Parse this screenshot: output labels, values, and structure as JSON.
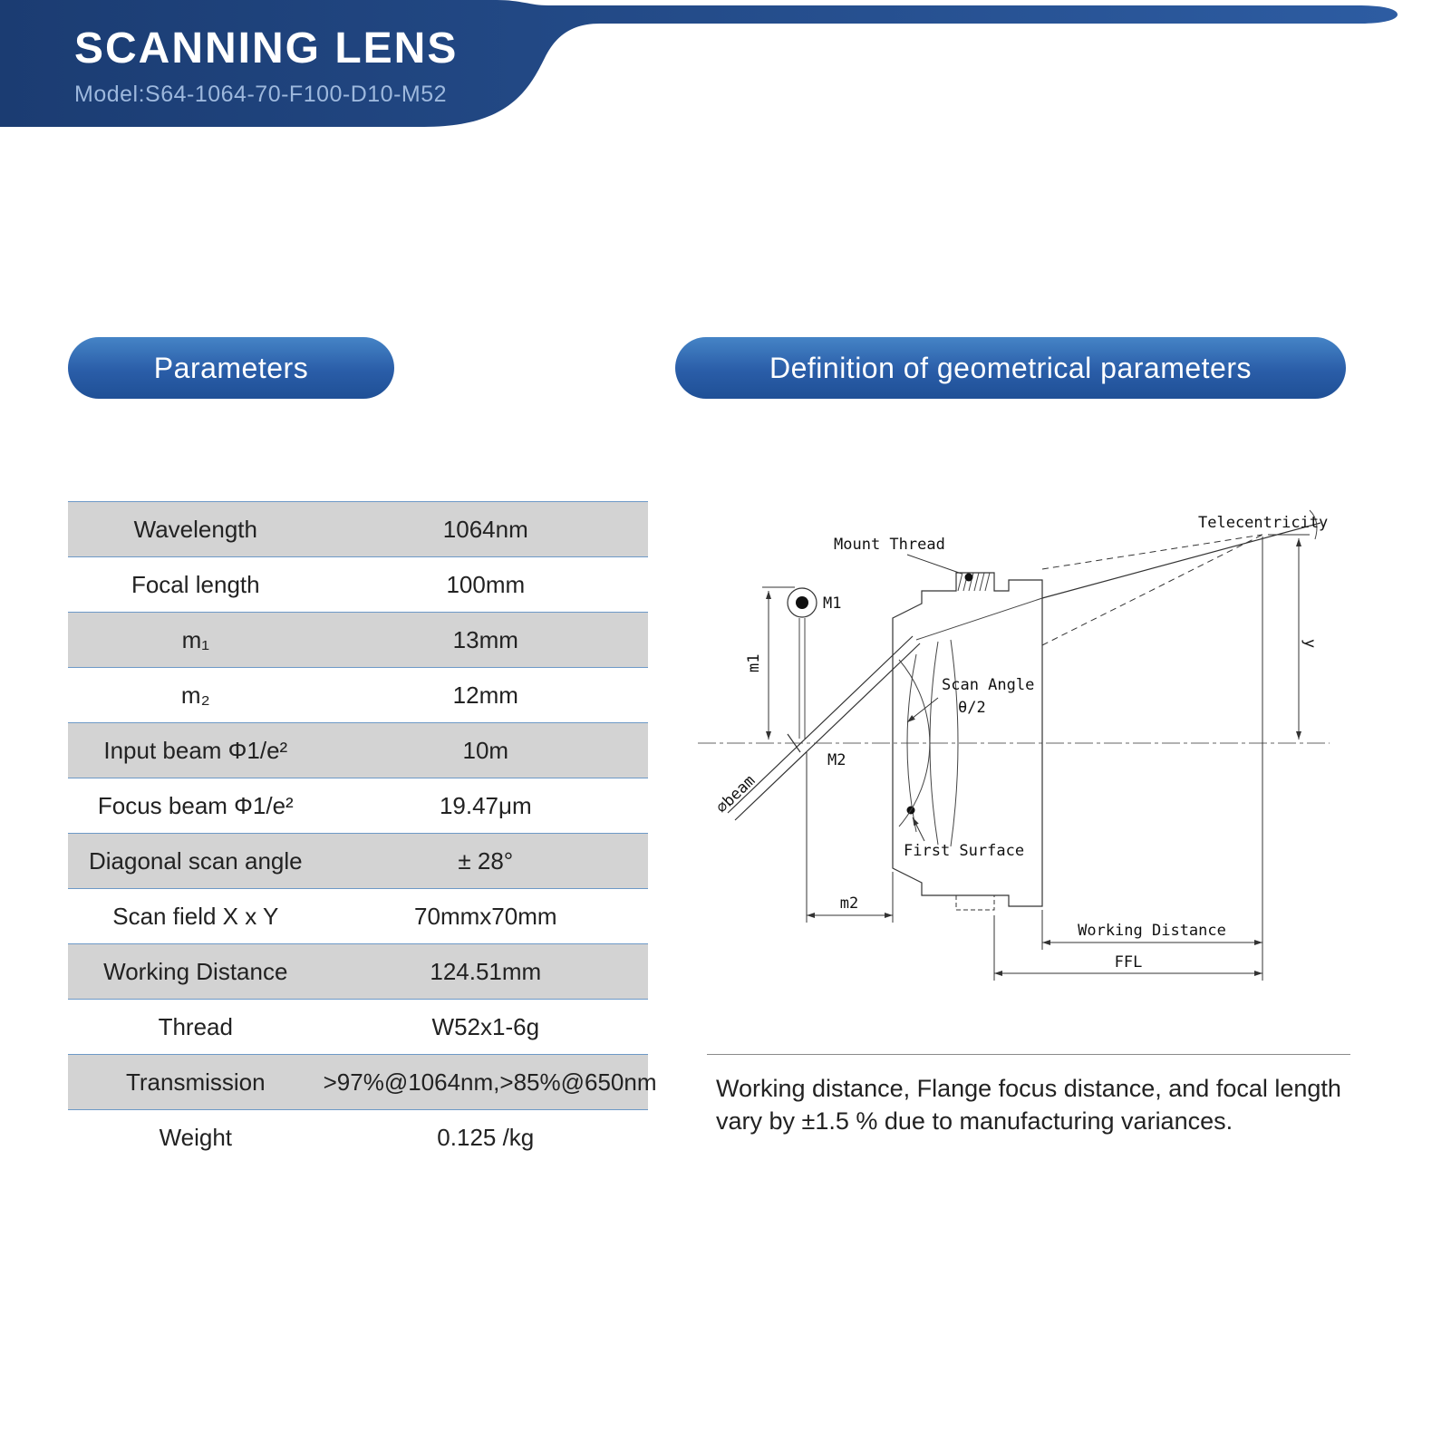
{
  "header": {
    "title": "SCANNING LENS",
    "model": "Model:S64-1064-70-F100-D10-M52"
  },
  "sections": {
    "parameters_title": "Parameters",
    "definition_title": "Definition of geometrical parameters"
  },
  "parameters_table": {
    "rows": [
      {
        "label": "Wavelength",
        "value": "1064nm"
      },
      {
        "label": "Focal length",
        "value": "100mm"
      },
      {
        "label": "m₁",
        "value": "13mm"
      },
      {
        "label": "m₂",
        "value": "12mm"
      },
      {
        "label": "Input beam Φ1/e²",
        "value": "10m"
      },
      {
        "label": "Focus beam Φ1/e²",
        "value": "19.47μm"
      },
      {
        "label": "Diagonal scan angle",
        "value": "± 28°"
      },
      {
        "label": "Scan field X x Y",
        "value": "70mmx70mm"
      },
      {
        "label": "Working Distance",
        "value": "124.51mm"
      },
      {
        "label": "Thread",
        "value": "W52x1-6g"
      },
      {
        "label": "Transmission",
        "value": ">97%@1064nm,>85%@650nm"
      },
      {
        "label": "Weight",
        "value": "0.125 /kg"
      }
    ]
  },
  "diagram": {
    "labels": {
      "mount_thread": "Mount Thread",
      "telecentricity": "Telecentricity",
      "m1_point": "M1",
      "m2_point": "M2",
      "m1_dim": "m1",
      "m2_dim": "m2",
      "beam": "∅beam",
      "scan_angle_line1": "Scan Angle",
      "scan_angle_line2": "θ/2",
      "first_surface": "First Surface",
      "working_distance": "Working Distance",
      "ffl": "FFL",
      "y_dim": "y"
    },
    "note": "Working distance, Flange focus distance, and focal length vary by ±1.5 % due to manufacturing variances."
  },
  "colors": {
    "header_gradient_start": "#1b3c72",
    "header_gradient_end": "#2d5ca2",
    "pill_gradient_start": "#4584c6",
    "pill_gradient_end": "#1f5096",
    "table_row_gray": "#d3d3d3",
    "table_line_blue": "#6d99c7"
  }
}
